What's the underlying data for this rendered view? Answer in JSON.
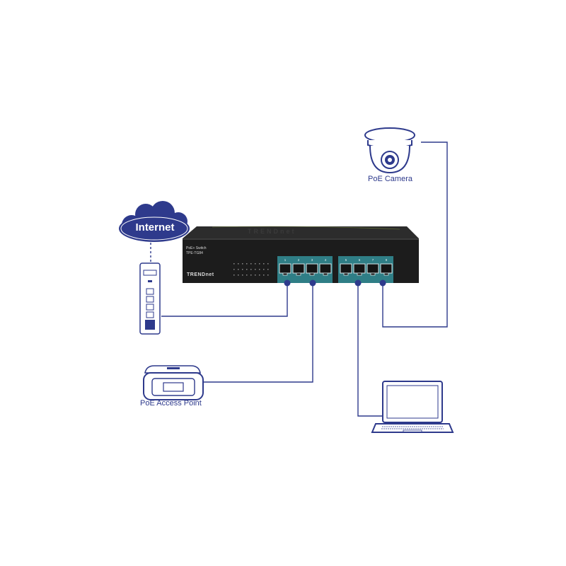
{
  "nodes": {
    "internet": {
      "label": "Internet"
    },
    "camera": {
      "label": "PoE Camera"
    },
    "access_point": {
      "label": "PoE Access Point"
    }
  },
  "switch": {
    "title": "PoE+ Switch",
    "model": "TPE-TG84",
    "brand": "TRENDnet",
    "port_numbers": [
      "1",
      "2",
      "3",
      "4",
      "5",
      "6",
      "7",
      "8"
    ]
  },
  "colors": {
    "line": "#2e3a8c",
    "cloud": "#2e3a8c",
    "switch_body": "#1c1c1c",
    "port_panel": "#2f7e86",
    "connector_dot": "#2e3a8c"
  },
  "icons": {
    "internet": "cloud-icon",
    "router": "router-icon",
    "camera": "dome-camera-icon",
    "access_point": "access-point-icon",
    "laptop": "laptop-icon",
    "switch": "network-switch-icon"
  }
}
